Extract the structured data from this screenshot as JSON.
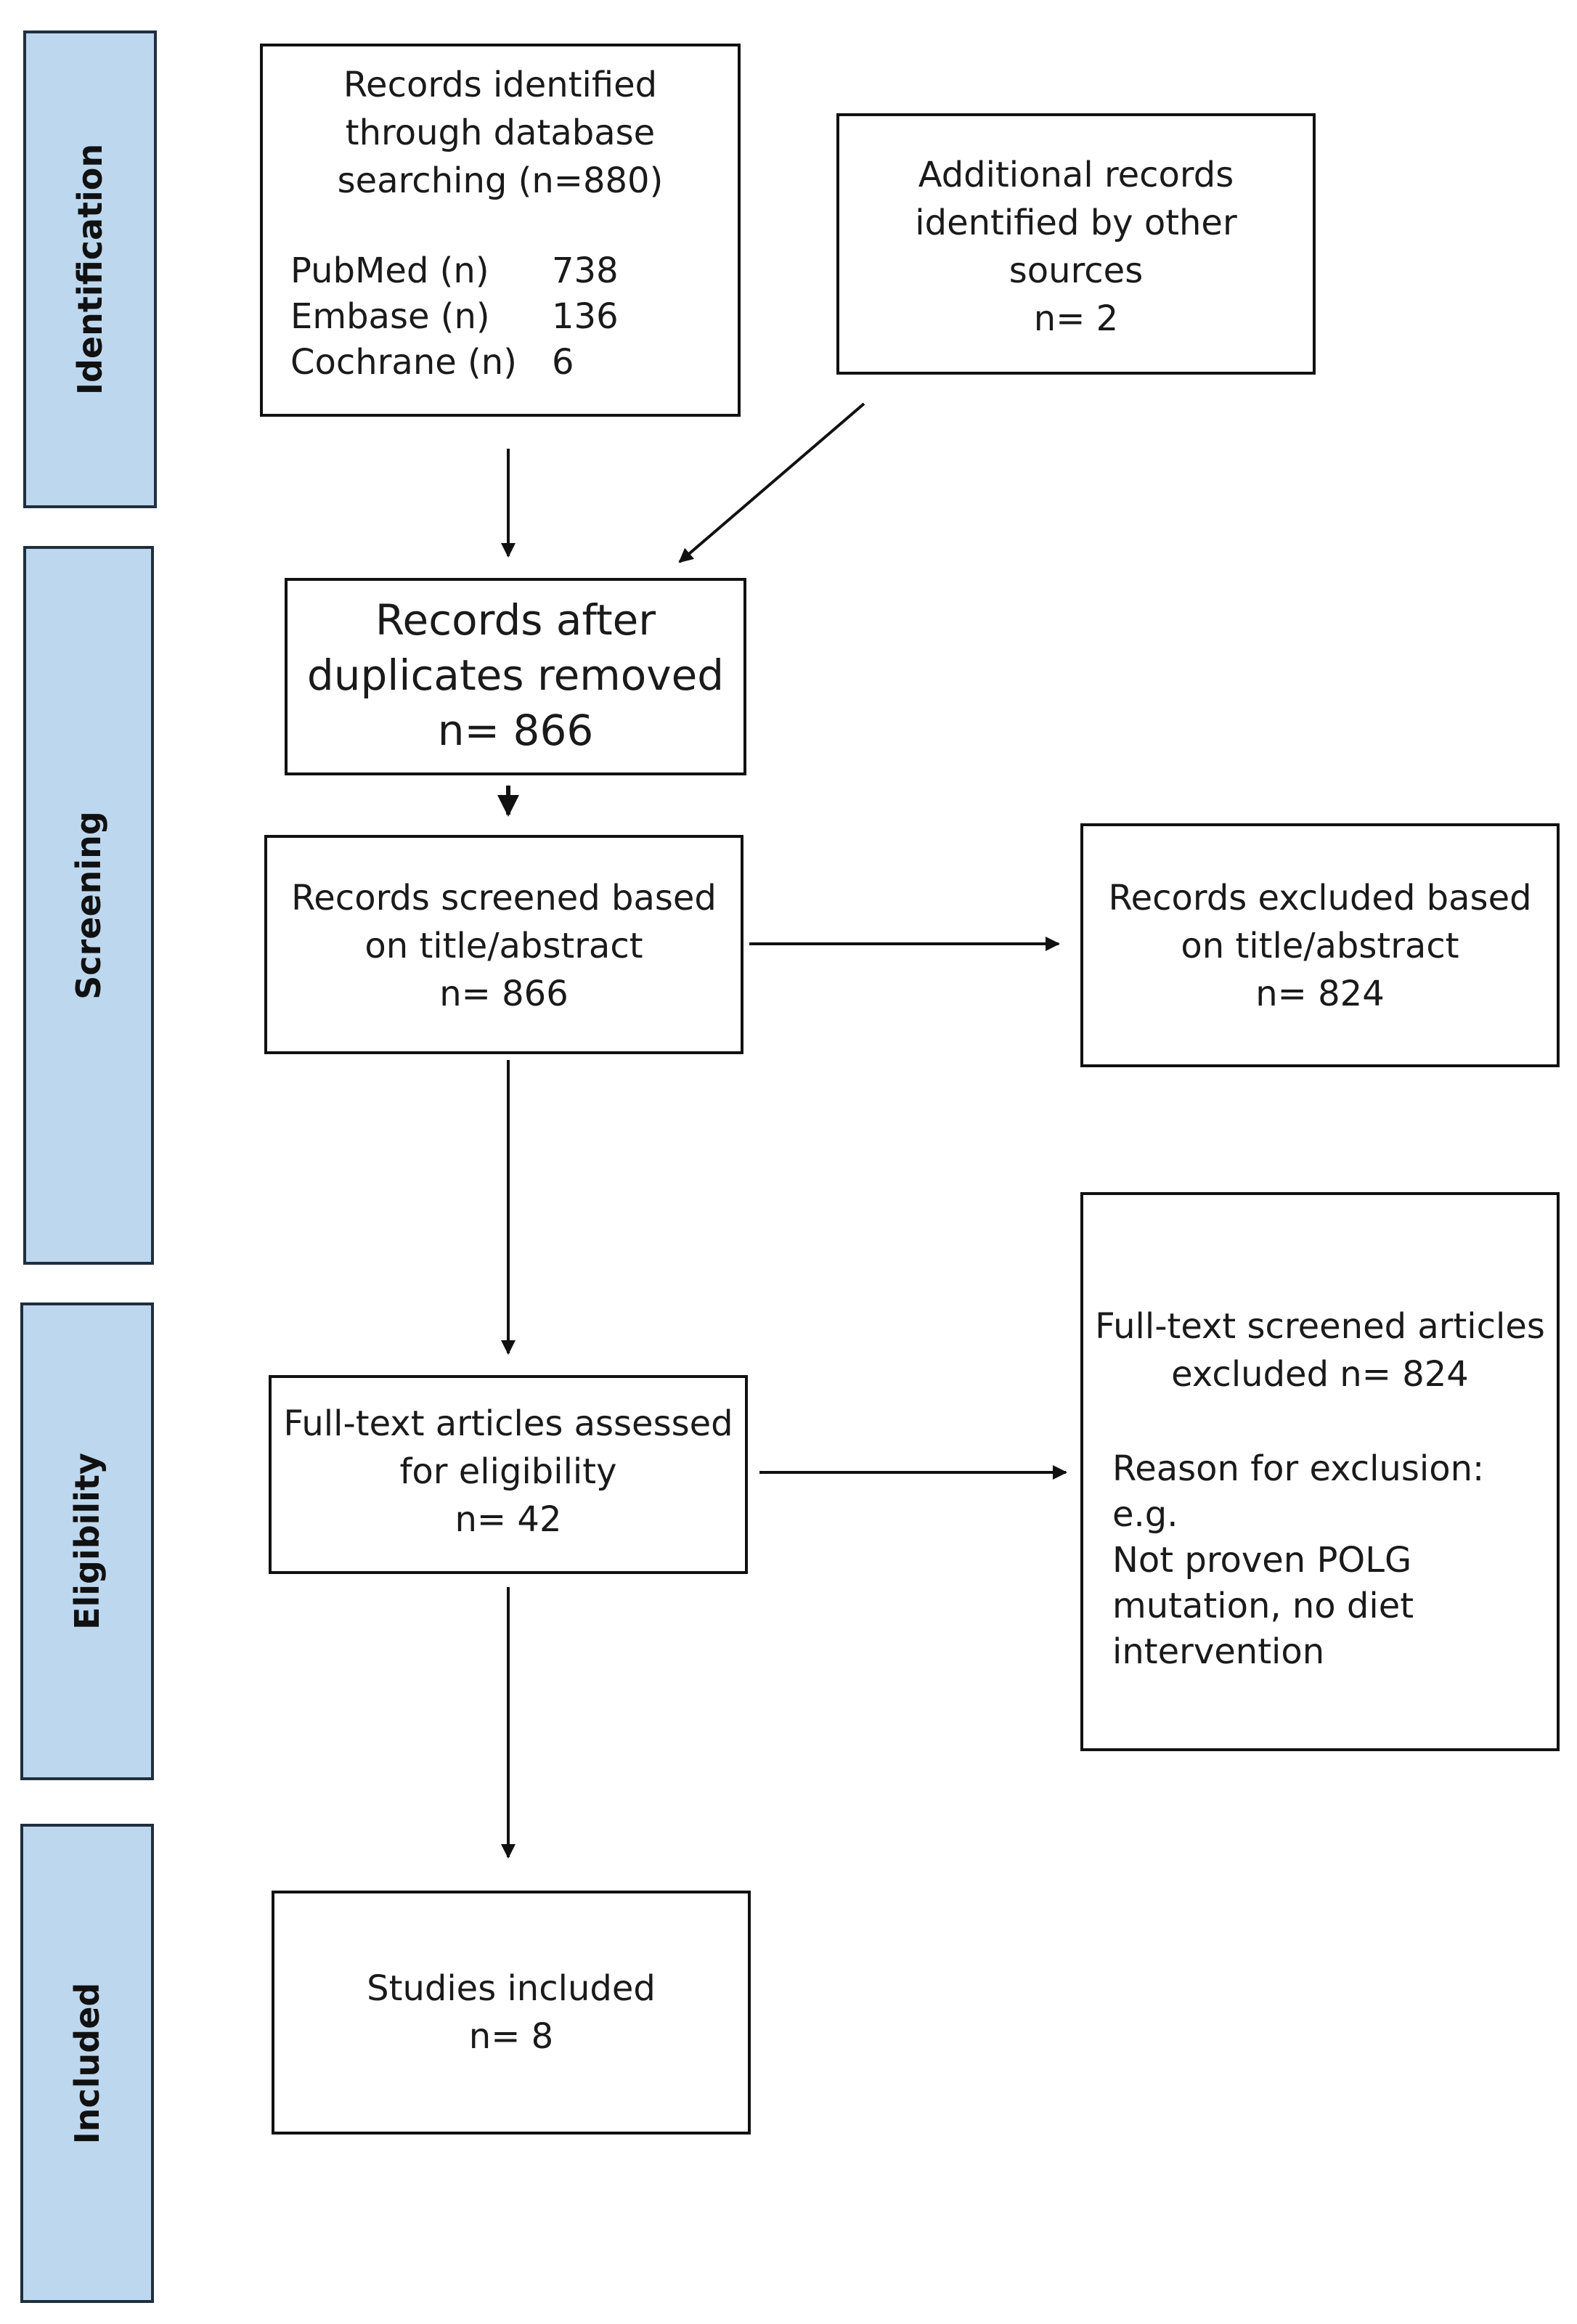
{
  "stages": [
    {
      "id": "identification",
      "label": "Identification"
    },
    {
      "id": "screening",
      "label": "Screening"
    },
    {
      "id": "eligibility",
      "label": "Eligibility"
    },
    {
      "id": "included",
      "label": "Included"
    }
  ],
  "boxes": {
    "database_records": {
      "lines": [
        "Records identified",
        "through database",
        "searching (n=880)"
      ],
      "sources": [
        {
          "name": "PubMed (n)",
          "count": "738"
        },
        {
          "name": "Embase (n)",
          "count": "136"
        },
        {
          "name": "Cochrane (n)",
          "count": "6"
        }
      ]
    },
    "additional_records": {
      "lines": [
        "Additional records",
        "identified by other",
        "sources",
        "n= 2"
      ]
    },
    "duplicates_removed": {
      "lines": [
        "Records after",
        "duplicates removed",
        "n= 866"
      ]
    },
    "records_screened": {
      "lines": [
        "Records screened based",
        "on title/abstract",
        "n= 866"
      ]
    },
    "records_excluded": {
      "lines": [
        "Records excluded based",
        "on title/abstract",
        "n= 824"
      ]
    },
    "fulltext_assessed": {
      "lines": [
        "Full-text articles assessed",
        "for eligibility",
        "n= 42"
      ]
    },
    "fulltext_excluded": {
      "lines": [
        "Full-text screened articles",
        "excluded n= 824"
      ],
      "reason_lines": [
        "Reason for exclusion: e.g.",
        "Not proven POLG",
        "mutation, no diet",
        "intervention"
      ]
    },
    "studies_included": {
      "lines": [
        "Studies included",
        "n= 8"
      ]
    }
  },
  "colors": {
    "stage_fill": "#bdd7ee",
    "stage_border": "#1f2f3f",
    "box_border": "#111111",
    "arrow": "#111111"
  }
}
